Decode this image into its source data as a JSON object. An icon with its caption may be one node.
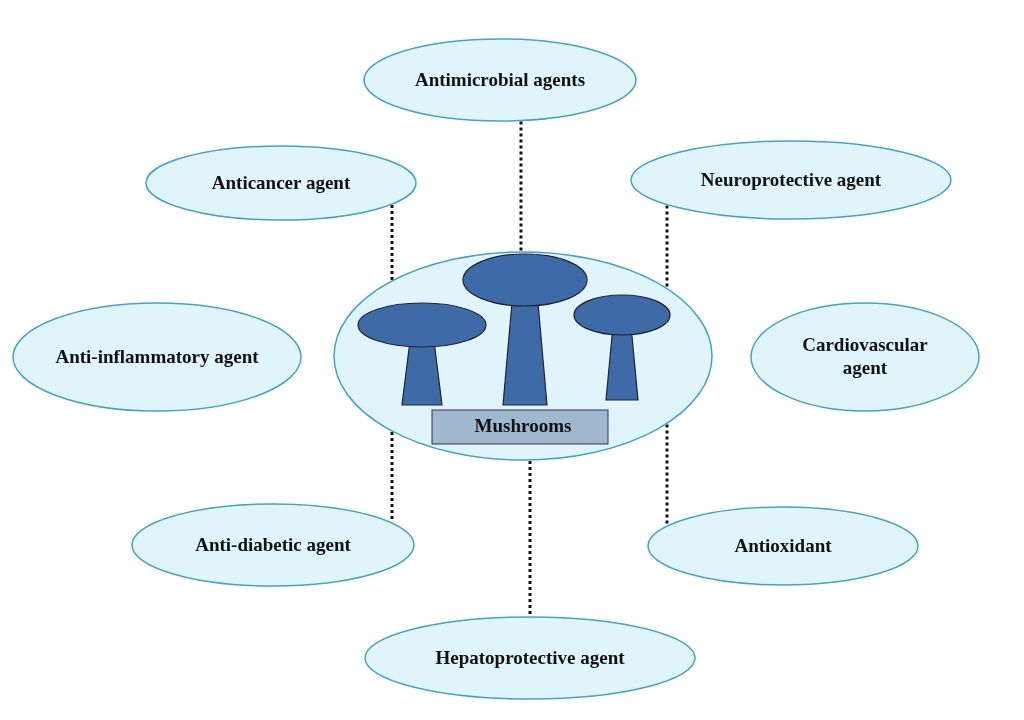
{
  "diagram": {
    "nodes": [
      {
        "text": [
          "Antimicrobial agents"
        ]
      },
      {
        "text": [
          "Anticancer agent"
        ]
      },
      {
        "text": [
          "Neuroprotective agent"
        ]
      },
      {
        "text": [
          "Anti-inflammatory agent"
        ]
      },
      {
        "text": [
          "Mushrooms"
        ]
      },
      {
        "text": [
          "Cardiovascular agent"
        ]
      },
      {
        "text": [
          "Anti-diabetic agent"
        ]
      },
      {
        "text": [
          "Antioxidant"
        ]
      },
      {
        "text": [
          "Hepatoprotective agent"
        ]
      }
    ],
    "edges": [
      {
        "from": 0,
        "to": 4,
        "arrow": "none",
        "style": "dashed"
      },
      {
        "from": 1,
        "to": 4,
        "arrow": "none",
        "style": "dashed"
      },
      {
        "from": 2,
        "to": 4,
        "arrow": "none",
        "style": "dashed"
      },
      {
        "from": 4,
        "to": 6,
        "arrow": "none",
        "style": "dashed"
      },
      {
        "from": 4,
        "to": 7,
        "arrow": "none",
        "style": "dashed"
      },
      {
        "from": 4,
        "to": 8,
        "arrow": "none",
        "style": "dashed"
      }
    ]
  }
}
